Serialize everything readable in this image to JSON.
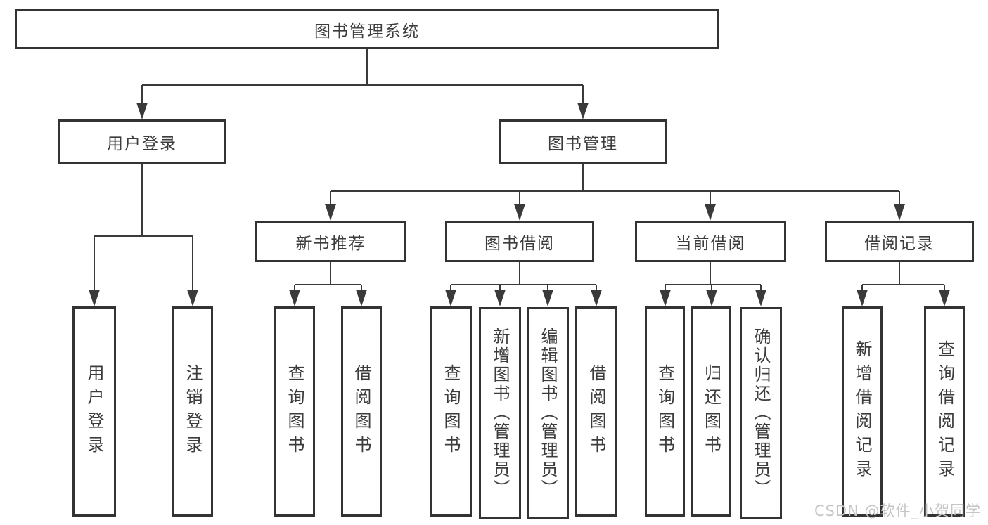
{
  "tree": {
    "root": {
      "label": "图书管理系统"
    },
    "branches": [
      {
        "label": "用户登录",
        "children": [
          {
            "label": "用户登录"
          },
          {
            "label": "注销登录"
          }
        ]
      },
      {
        "label": "图书管理",
        "children": [
          {
            "label": "新书推荐",
            "children": [
              {
                "label": "查询图书"
              },
              {
                "label": "借阅图书"
              }
            ]
          },
          {
            "label": "图书借阅",
            "children": [
              {
                "label": "查询图书"
              },
              {
                "label": "新增图书（管理员）"
              },
              {
                "label": "编辑图书（管理员）"
              },
              {
                "label": "借阅图书"
              }
            ]
          },
          {
            "label": "当前借阅",
            "children": [
              {
                "label": "查询图书"
              },
              {
                "label": "归还图书"
              },
              {
                "label": "确认归还（管理员）"
              }
            ]
          },
          {
            "label": "借阅记录",
            "children": [
              {
                "label": "新增借阅记录"
              },
              {
                "label": "查询借阅记录"
              }
            ]
          }
        ]
      }
    ]
  },
  "watermark": {
    "text": "CSDN @软件_小贺同学"
  },
  "colors": {
    "line": "#3a3a3a",
    "box_border": "#333333",
    "text": "#3c3c3c",
    "watermark": "#c5c5c5",
    "background": "#ffffff"
  }
}
